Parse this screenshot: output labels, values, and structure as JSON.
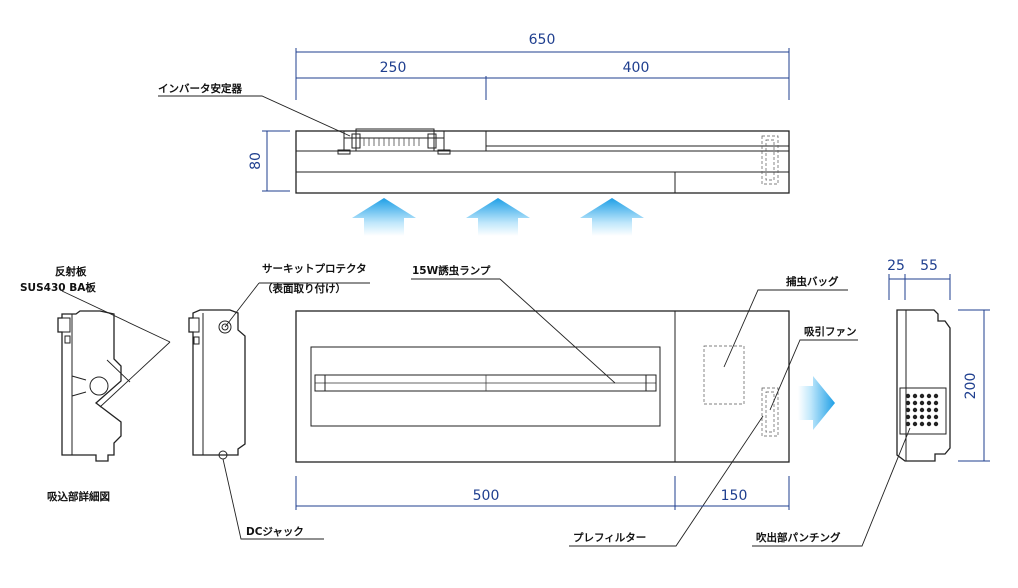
{
  "dimensions": {
    "total_width": "650",
    "left_width": "250",
    "right_width": "400",
    "height": "80",
    "front_left": "500",
    "front_right": "150",
    "side_a": "25",
    "side_b": "55",
    "side_height": "200"
  },
  "labels": {
    "inverter": "インバータ安定器",
    "reflector_1": "反射板",
    "reflector_2": "SUS430 BA板",
    "circuit_protector_1": "サーキットプロテクタ",
    "circuit_protector_2": "（表面取り付け）",
    "lamp": "15W誘虫ランプ",
    "catch_bag": "捕虫バッグ",
    "suction_fan": "吸引ファン",
    "intake_detail": "吸込部詳細図",
    "dc_jack": "DCジャック",
    "prefilter": "プレフィルター",
    "exhaust_punching": "吹出部パンチング"
  },
  "colors": {
    "dimension": "#1f3f8f",
    "arrow_light": "#c8ecfb",
    "arrow_dark": "#1e9fe6"
  }
}
